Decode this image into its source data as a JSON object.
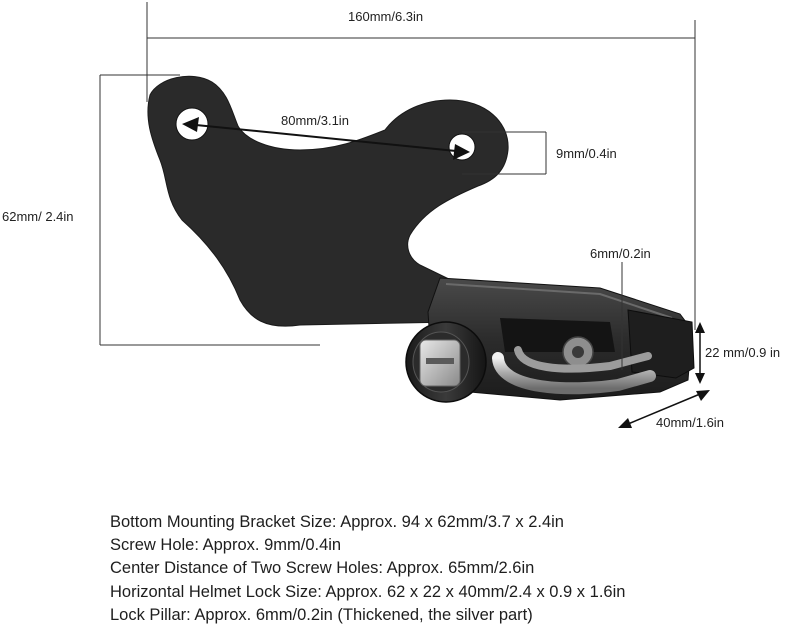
{
  "diagram": {
    "dimensions": {
      "overall_width": "160mm/6.3in",
      "bracket_height": "62mm/ 2.4in",
      "hole_center_distance": "80mm/3.1in",
      "hole_diameter": "9mm/0.4in",
      "pillar_diameter": "6mm/0.2in",
      "lock_height": "22 mm/0.9 in",
      "lock_depth": "40mm/1.6in"
    },
    "colors": {
      "bracket": "#2a2a2a",
      "lock_body": "#2e2e2e",
      "pillar": "#c8c8c8",
      "dimension_line": "#333333"
    }
  },
  "specs": [
    "Bottom Mounting Bracket Size: Approx. 94 x 62mm/3.7 x 2.4in",
    "Screw Hole: Approx. 9mm/0.4in",
    "Center Distance of Two Screw Holes: Approx. 65mm/2.6in",
    "Horizontal Helmet Lock Size: Approx. 62 x 22 x 40mm/2.4 x 0.9 x 1.6in",
    "Lock Pillar: Approx. 6mm/0.2in (Thickened, the silver part)"
  ]
}
